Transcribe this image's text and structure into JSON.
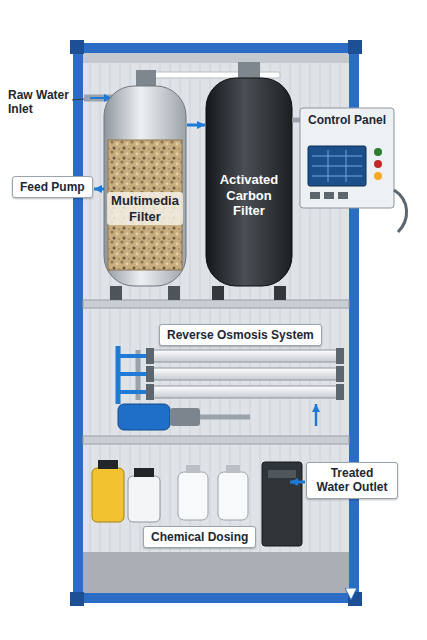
{
  "diagram": {
    "nodes": [
      {
        "text": [
          "Feed Pump"
        ]
      },
      {
        "text": [
          "Multimedia Filter"
        ]
      },
      {
        "text": [
          "Activated Carbon Filter"
        ]
      },
      {
        "text": [
          "Control Panel"
        ]
      },
      {
        "text": [
          "Reverse Osmosis System"
        ]
      },
      {
        "text": [
          "Treated Water Outlet"
        ]
      },
      {
        "text": [
          "Chemical Dosing"
        ]
      }
    ],
    "edges": [
      {
        "from": 1,
        "to": 2,
        "arrow": "to"
      }
    ],
    "labels": [
      "Raw Water Inlet"
    ]
  }
}
